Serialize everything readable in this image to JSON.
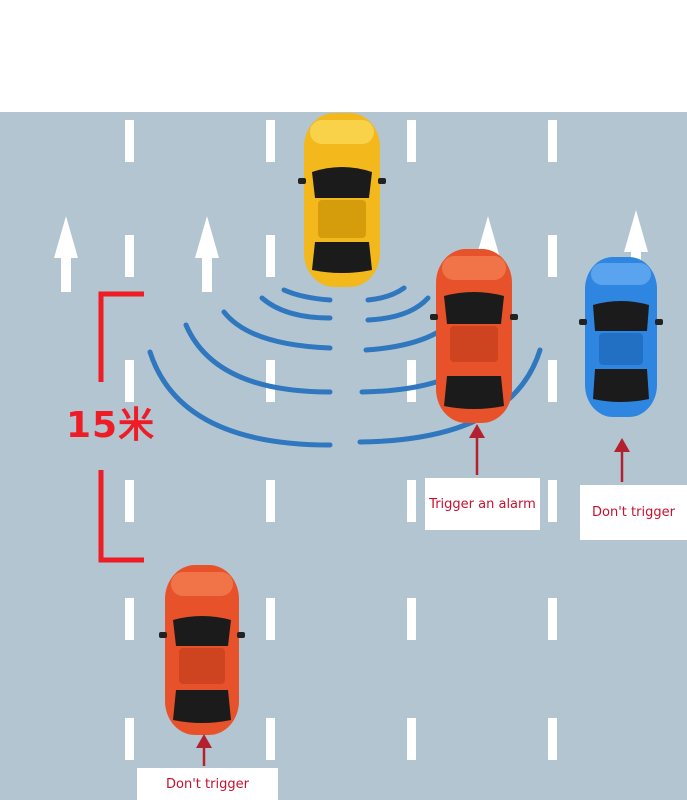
{
  "distance_label": "15米",
  "labels": {
    "alarm": "Trigger an alarm",
    "dont_right": "Don't trigger",
    "dont_rear": "Don't trigger"
  },
  "colors": {
    "road": "#b2c5d1",
    "lane_marking": "#ffffff",
    "car_yellow": "#f3b81c",
    "car_orange": "#e8522a",
    "car_blue": "#2f86e0",
    "radar_wave": "#2f77be",
    "bracket": "#ee1c25",
    "pointer_arrow": "#b4212e"
  }
}
